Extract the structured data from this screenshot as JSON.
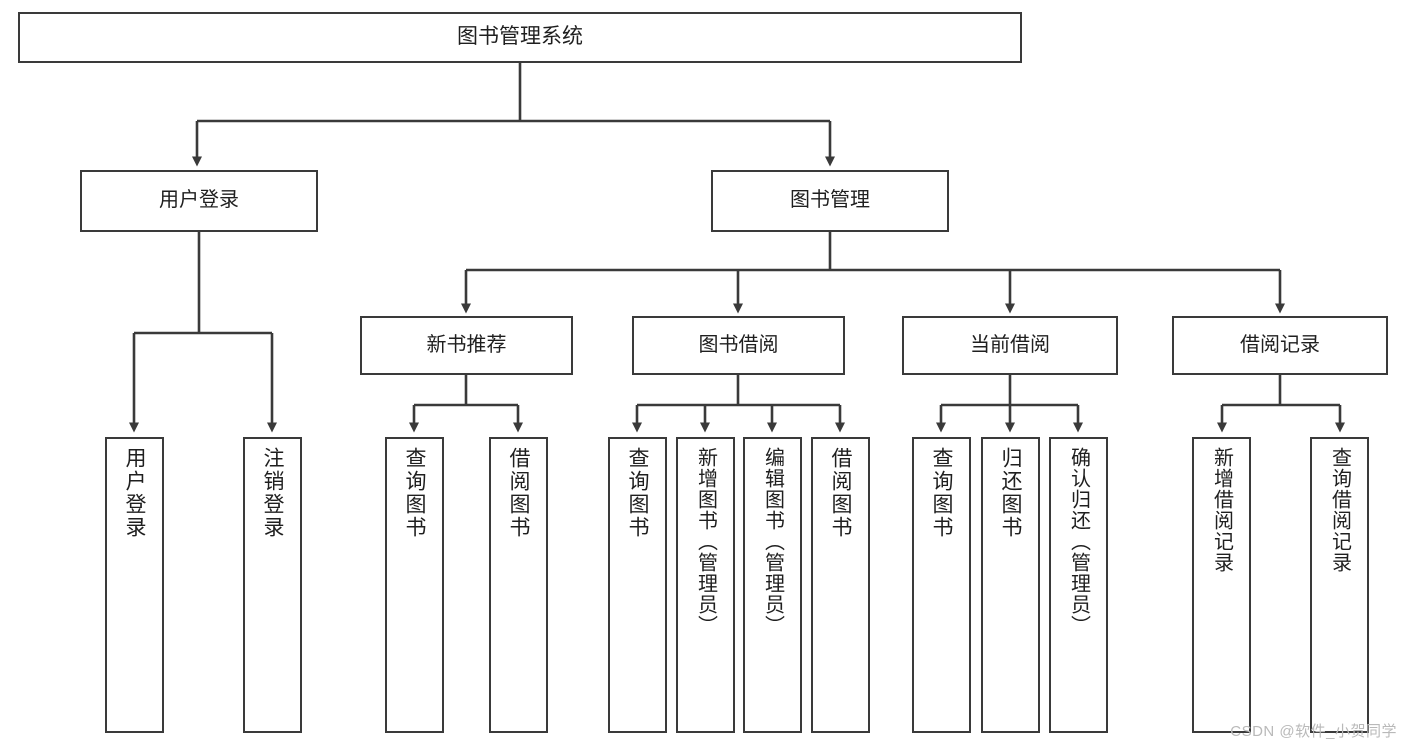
{
  "diagram": {
    "title": "图书管理系统",
    "type": "tree-structure-chart",
    "watermark": "CSDN @软件_小贺同学",
    "colors": {
      "background": "#ffffff",
      "box_border": "#3a3a3a",
      "connector": "#3a3a3a",
      "text": "#1f1f1f",
      "watermark": "#b9b9b9"
    },
    "root": {
      "label": "图书管理系统"
    },
    "level2": [
      {
        "label": "用户登录"
      },
      {
        "label": "图书管理"
      }
    ],
    "level3": [
      {
        "label": "新书推荐"
      },
      {
        "label": "图书借阅"
      },
      {
        "label": "当前借阅"
      },
      {
        "label": "借阅记录"
      }
    ],
    "leaves": {
      "user_login": [
        {
          "label": "用户登录"
        },
        {
          "label": "注销登录"
        }
      ],
      "new_book_recommend": [
        {
          "label": "查询图书"
        },
        {
          "label": "借阅图书"
        }
      ],
      "book_borrow": [
        {
          "label": "查询图书"
        },
        {
          "label": "新增图书（管理员）"
        },
        {
          "label": "编辑图书（管理员）"
        },
        {
          "label": "借阅图书"
        }
      ],
      "current_borrow": [
        {
          "label": "查询图书"
        },
        {
          "label": "归还图书"
        },
        {
          "label": "确认归还（管理员）"
        }
      ],
      "borrow_record": [
        {
          "label": "新增借阅记录"
        },
        {
          "label": "查询借阅记录"
        }
      ]
    }
  }
}
